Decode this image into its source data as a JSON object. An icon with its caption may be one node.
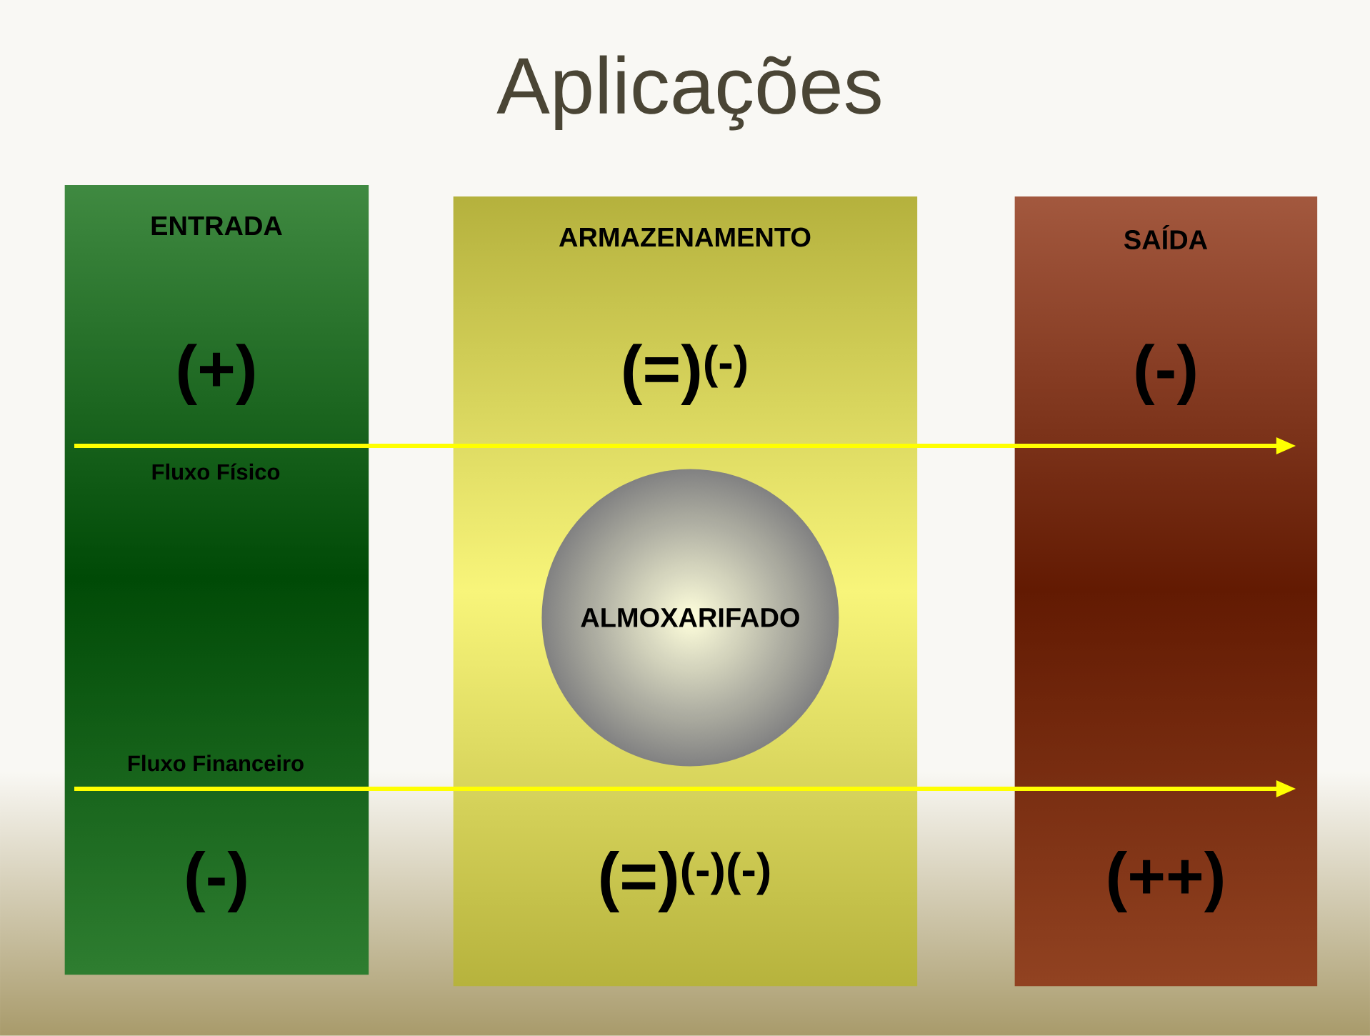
{
  "diagram": {
    "title": "Aplicações",
    "nodes": [
      {
        "text": [
          "ENTRADA",
          "(+)",
          "(-)"
        ]
      },
      {
        "text": [
          "ARMAZENAMENTO",
          "(=)$^{(-)}$",
          "(=)$^{(-)(-)}$"
        ]
      },
      {
        "text": [
          "SAÍDA",
          "(-)",
          "(++)"
        ]
      },
      {
        "text": [
          "ALMOXARIFADO"
        ],
        "in": 1
      }
    ],
    "edges": [
      {
        "from": 0,
        "to": 2,
        "arrow": "to",
        "label": "Fluxo Físico"
      },
      {
        "from": 0,
        "to": 2,
        "arrow": "to",
        "label": "Fluxo Financeiro"
      }
    ]
  }
}
